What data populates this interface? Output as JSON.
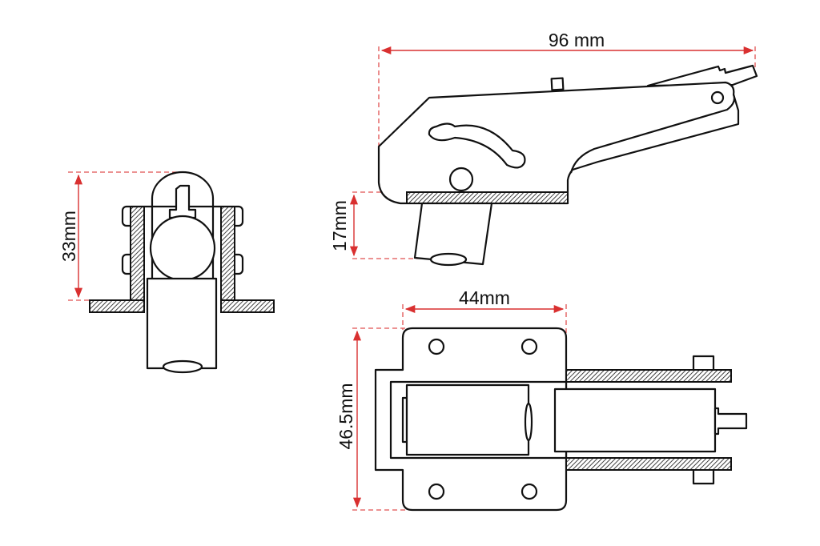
{
  "colors": {
    "dimension": "#d93030",
    "outline": "#111111"
  },
  "dimensions": {
    "length": "96 mm",
    "mount_height": "17mm",
    "height": "33mm",
    "plate_width": "44mm",
    "plate_height": "46.5mm"
  }
}
